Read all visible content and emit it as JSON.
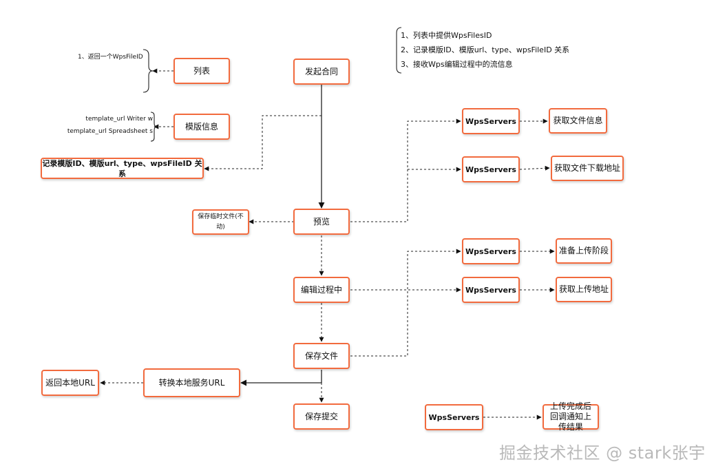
{
  "nodes": {
    "start": "发起合同",
    "list": "列表",
    "template": "模版信息",
    "record": "记录模版ID、模版url、type、wpsFileID 关系",
    "save_tmp": "保存临时文件(不动)",
    "preview": "预览",
    "editing": "编辑过程中",
    "save_file": "保存文件",
    "convert": "转换本地服务URL",
    "return_local": "返回本地URL",
    "save_submit": "保存提交",
    "wps1": "WpsServers",
    "wps2": "WpsServers",
    "wps3": "WpsServers",
    "wps4": "WpsServers",
    "wps5": "WpsServers",
    "get_file_info": "获取文件信息",
    "get_download": "获取文件下载地址",
    "prepare_upload": "准备上传阶段",
    "get_upload": "获取上传地址",
    "callback": "上传完成后回调通知上传结果"
  },
  "annotations": {
    "list_return": "1、返回一个WpsFileID",
    "template_writer": "template_url Writer  w",
    "template_spreadsheet": "template_url Spreadsheet  s"
  },
  "notes": [
    "1、列表中提供WpsFilesID",
    "2、记录模版ID、模版url、type、wpsFileID 关系",
    "3、接收Wps编辑过程中的流信息"
  ],
  "watermark": "掘金技术社区 @ stark张宇"
}
